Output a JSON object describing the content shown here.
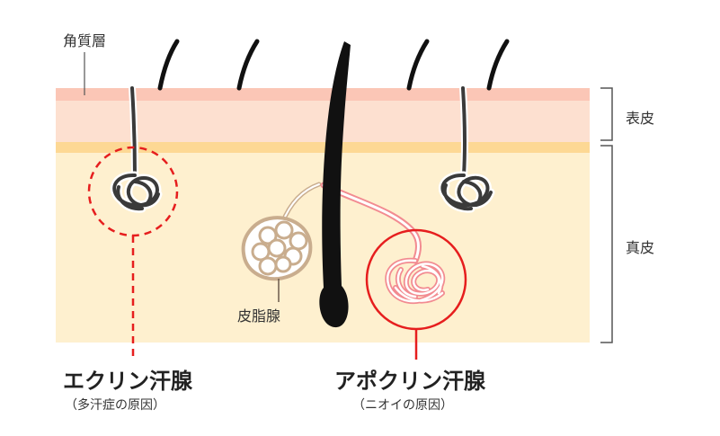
{
  "labels": {
    "stratum_corneum": "角質層",
    "epidermis": "表皮",
    "dermis": "真皮",
    "sebaceous_gland": "皮脂腺",
    "eccrine": {
      "name": "エクリン汗腺",
      "note": "（多汗症の原因）"
    },
    "apocrine": {
      "name": "アポクリン汗腺",
      "note": "（ニオイの原因）"
    }
  },
  "colors": {
    "stratum_corneum": "#fbc6b6",
    "epidermis": "#fde0d0",
    "basal_layer": "#fdd894",
    "dermis": "#fef0cf",
    "hair": "#111111",
    "duct": "#3a3a3a",
    "sebaceous": "#c9ad8e",
    "apocrine": "#f28b91",
    "highlight_red": "#e61e1e",
    "bracket": "#555555"
  },
  "icons": [
    "hair-icon",
    "eccrine-gland-icon",
    "apocrine-gland-icon",
    "sebaceous-gland-icon"
  ]
}
